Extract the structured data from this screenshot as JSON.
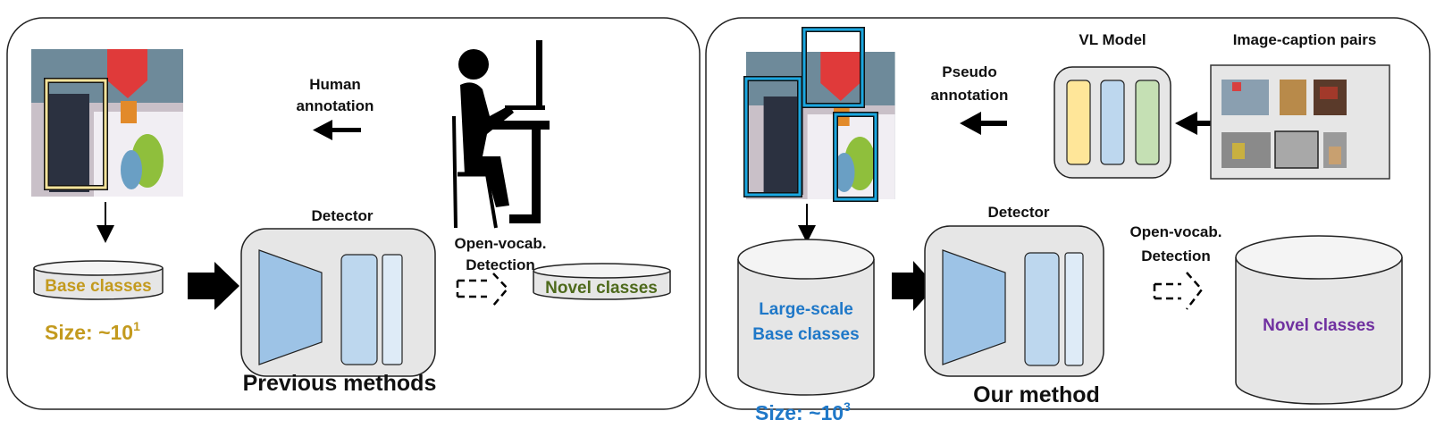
{
  "left_panel": {
    "human_annotation": [
      "Human",
      "annotation"
    ],
    "detector_label": "Detector",
    "open_vocab": [
      "Open-vocab.",
      "Detection"
    ],
    "base_classes": "Base classes",
    "size_prefix": "Size: ~10",
    "size_exp": "1",
    "novel_classes": "Novel classes",
    "title": "Previous methods"
  },
  "right_panel": {
    "pseudo_annotation": [
      "Pseudo",
      "annotation"
    ],
    "vl_model_label": "VL Model",
    "image_caption_label": "Image-caption pairs",
    "detector_label": "Detector",
    "open_vocab": [
      "Open-vocab.",
      "Detection"
    ],
    "base_classes": [
      "Large-scale",
      "Base classes"
    ],
    "size_prefix": "Size: ~10",
    "size_exp": "3",
    "novel_classes": "Novel classes",
    "title": "Our method"
  },
  "colors": {
    "base_left": "#c39a1e",
    "novel_left": "#4e6a1c",
    "base_right": "#1f78c8",
    "novel_right": "#7030a0",
    "box_yellow": "#f5e39a",
    "box_cyan": "#1aa7e0",
    "panel_gray": "#e6e6e6",
    "encoder_blue": "#9dc3e6",
    "head_blue": "#bdd7ee",
    "vl_yellow": "#ffe699",
    "vl_green": "#c5e0b4"
  }
}
